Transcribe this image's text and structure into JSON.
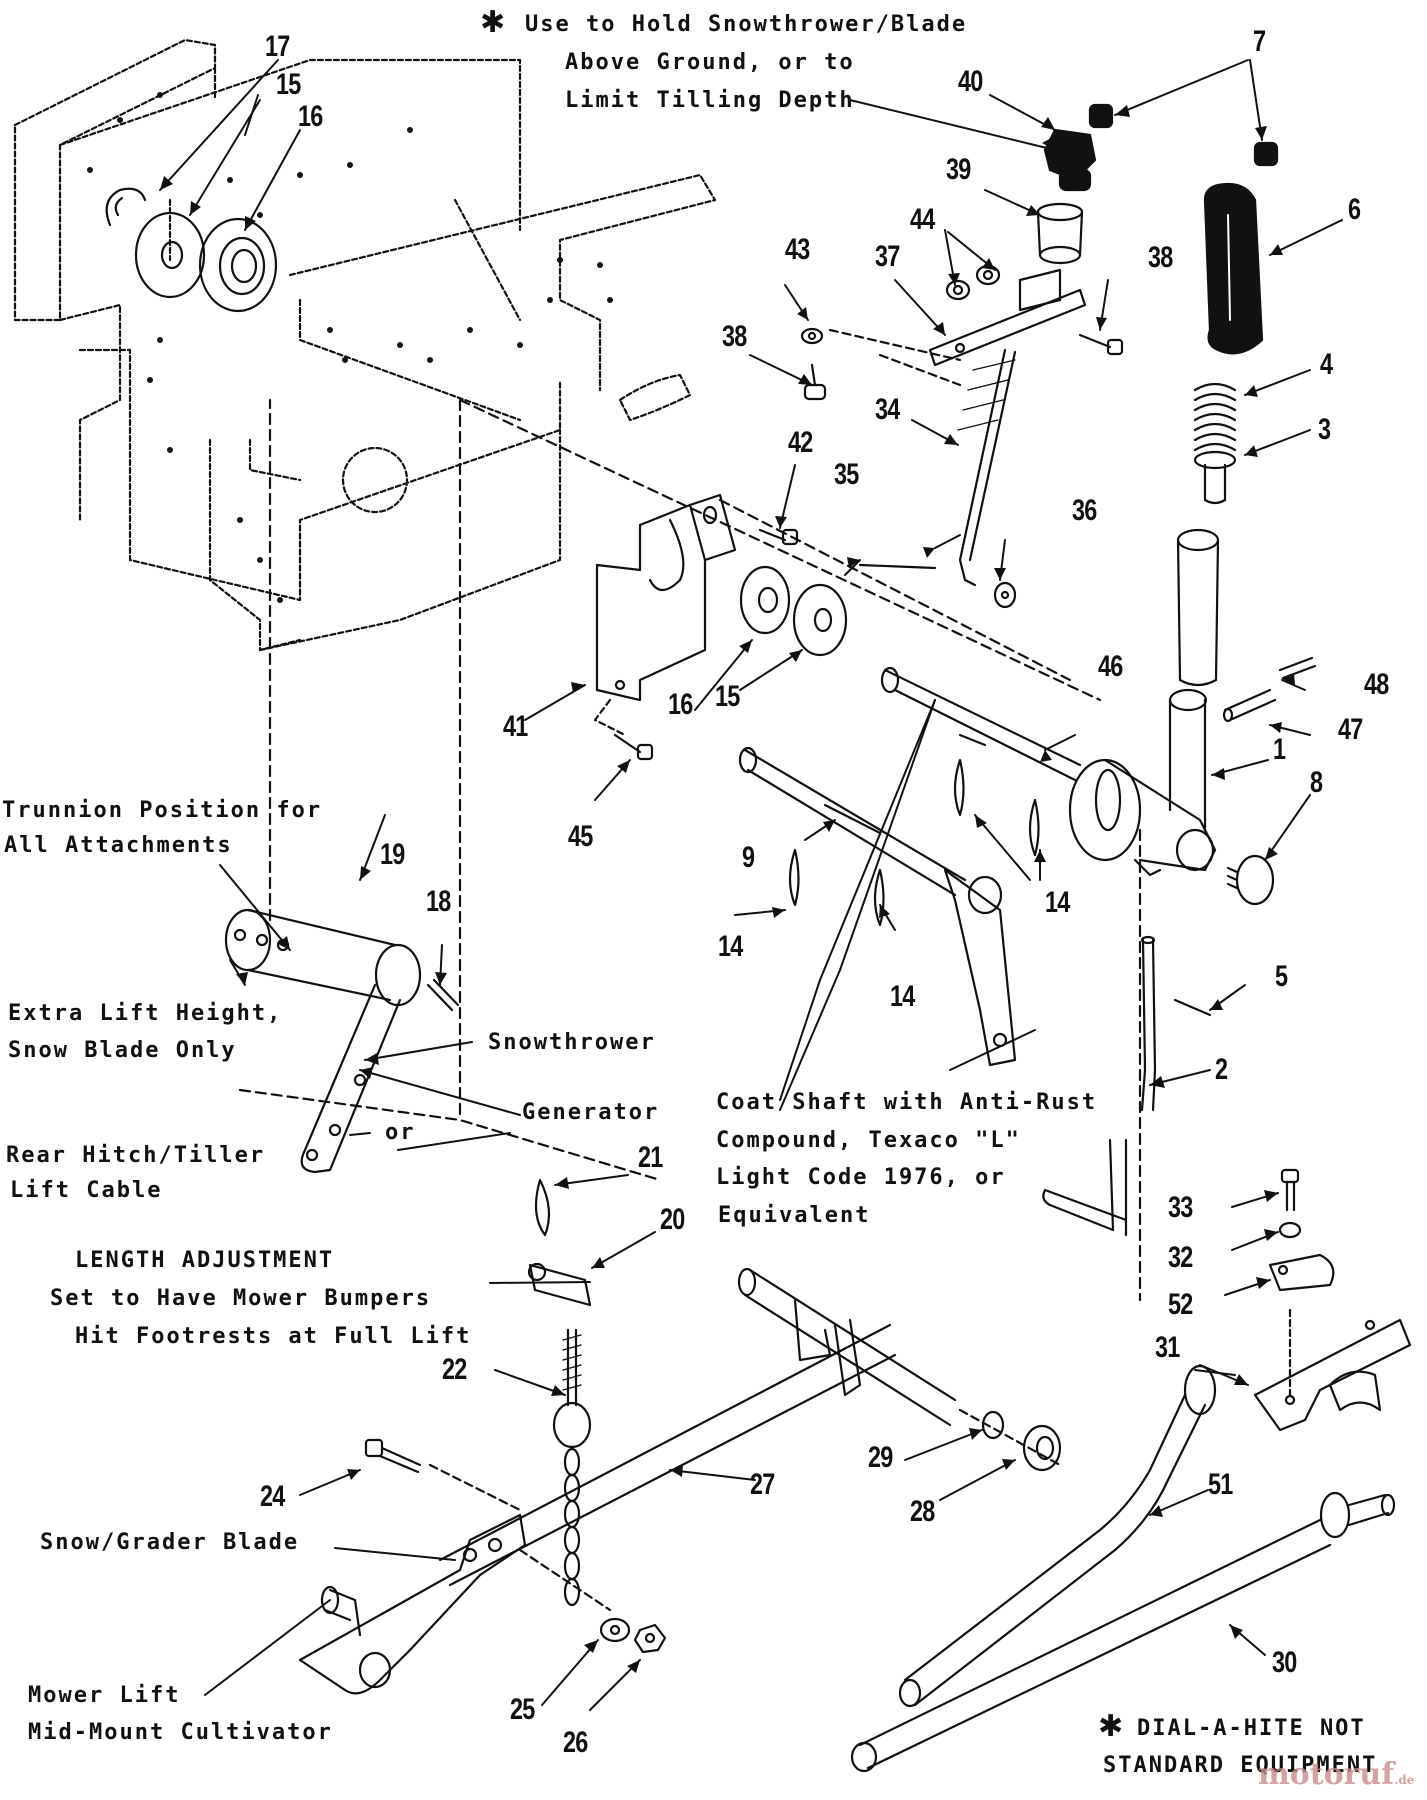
{
  "callouts": {
    "n1": "1",
    "n2": "2",
    "n3": "3",
    "n4": "4",
    "n5": "5",
    "n6": "6",
    "n7": "7",
    "n8": "8",
    "n9": "9",
    "n14a": "14",
    "n14b": "14",
    "n14c": "14",
    "n15a": "15",
    "n15b": "15",
    "n16a": "16",
    "n16b": "16",
    "n17": "17",
    "n18": "18",
    "n19": "19",
    "n20": "20",
    "n21": "21",
    "n22": "22",
    "n24": "24",
    "n25": "25",
    "n26": "26",
    "n27": "27",
    "n28": "28",
    "n29": "29",
    "n30": "30",
    "n31": "31",
    "n32": "32",
    "n33": "33",
    "n34": "34",
    "n35": "35",
    "n36": "36",
    "n37": "37",
    "n38a": "38",
    "n38b": "38",
    "n39": "39",
    "n40": "40",
    "n41": "41",
    "n42": "42",
    "n43": "43",
    "n44": "44",
    "n45": "45",
    "n46": "46",
    "n47": "47",
    "n48": "48",
    "n51": "51",
    "n52": "52"
  },
  "notes": {
    "hold_l1": "Use to Hold Snowthrower/Blade",
    "hold_l2": "Above Ground, or to",
    "hold_l3": "Limit Tilling Depth",
    "trunnion_l1": "Trunnion Position for",
    "trunnion_l2": "All Attachments",
    "extra_l1": "Extra Lift Height,",
    "extra_l2": "Snow Blade Only",
    "snowthrower": "Snowthrower",
    "generator": "Generator",
    "or": "or",
    "rear_l1": "Rear Hitch/Tiller",
    "rear_l2": "Lift Cable",
    "coat_l1": "Coat Shaft with Anti-Rust",
    "coat_l2": "Compound, Texaco \"L\"",
    "coat_l3": "Light Code 1976, or",
    "coat_l4": "Equivalent",
    "len_l1": "LENGTH ADJUSTMENT",
    "len_l2": "Set to Have Mower Bumpers",
    "len_l3": "Hit Footrests at Full Lift",
    "snowgrader": "Snow/Grader Blade",
    "mower_l1": "Mower Lift",
    "mower_l2": "Mid-Mount Cultivator",
    "dial_l1": "DIAL-A-HITE NOT",
    "dial_l2": "STANDARD EQUIPMENT",
    "star": "✱"
  },
  "watermark": {
    "main": "motoruf",
    "suffix": ".de"
  }
}
